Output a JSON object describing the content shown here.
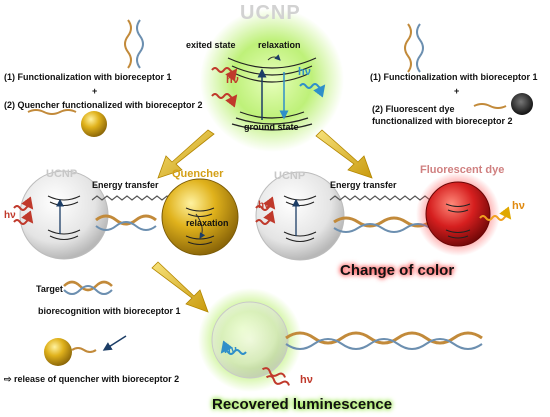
{
  "top": {
    "title": "UCNP",
    "exited_state": "exited state",
    "relaxation": "relaxation",
    "ground_state": "ground state",
    "hv_in": "hν",
    "hv_out": "hν"
  },
  "left_steps": {
    "step1": "(1) Functionalization with bioreceptor 1",
    "plus": "+",
    "step2": "(2) Quencher functionalized with bioreceptor 2"
  },
  "right_steps": {
    "step1": "(1) Functionalization with bioreceptor 1",
    "plus": "+",
    "step2a": "(2) Fluorescent dye",
    "step2b": "functionalized with bioreceptor 2"
  },
  "middle_left": {
    "ucnp": "UCNP",
    "quencher": "Quencher",
    "energy_transfer": "Energy transfer",
    "relaxation": "relaxation",
    "hv": "hν"
  },
  "middle_right": {
    "ucnp": "UCNP",
    "fluorescent_dye": "Fluorescent dye",
    "energy_transfer": "Energy transfer",
    "hv_in": "hν",
    "hv_out": "hν",
    "result": "Change of color"
  },
  "bottom": {
    "target": "Target",
    "biorecognition": "biorecognition with bioreceptor 1",
    "release": "⇨ release of quencher  with bioreceptor 2",
    "hv_out": "hν",
    "hv_in": "hν",
    "result": "Recovered luminescence"
  },
  "colors": {
    "red_wave": "#c0392b",
    "blue_wave": "#2f8fc9",
    "quencher_gold": "#d4a017",
    "dye_red": "#d61f1f",
    "glow_green": "#b7ef6a",
    "arrow_gold": "#e6c21a"
  }
}
